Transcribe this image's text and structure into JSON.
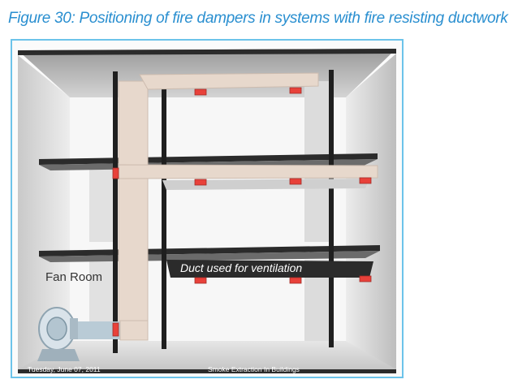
{
  "figure": {
    "title": "Figure 30: Positioning of fire dampers in systems with fire resisting ductwork"
  },
  "diagram": {
    "labels": {
      "fan_room": "Fan Room",
      "duct_ventilation": "Duct used for ventilation"
    },
    "colors": {
      "duct": "#e7d8cc",
      "damper": "#e8413a",
      "floor_slab": "#2b2b2b",
      "wall": "#d9d9d9",
      "frame_border": "#6cc3ea",
      "title": "#2a8fd0"
    }
  },
  "footer": {
    "date": "Tuesday, June 07, 2011",
    "title": "Smoke Extraction In Buildings"
  }
}
